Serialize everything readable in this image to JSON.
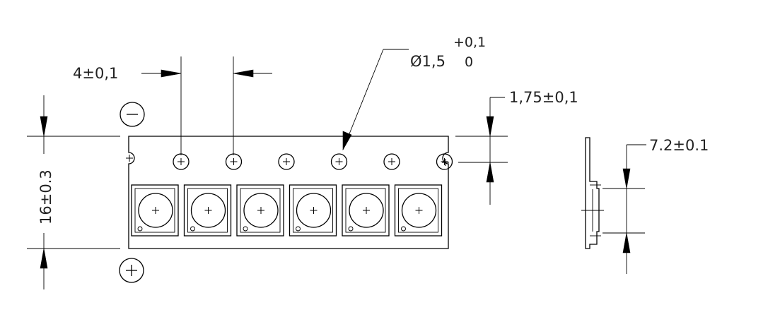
{
  "labels": {
    "pitch": "4±0,1",
    "hole_main": "Ø1,5",
    "hole_tol_upper": "+0,1",
    "hole_tol_lower": "0",
    "edge_offset": "1,75±0,1",
    "width": "16±0.3",
    "cavity": "7.2±0.1",
    "polarity_negative": "−",
    "polarity_positive": "+"
  },
  "tape": {
    "sprocket_holes": 6,
    "pockets": 6
  }
}
